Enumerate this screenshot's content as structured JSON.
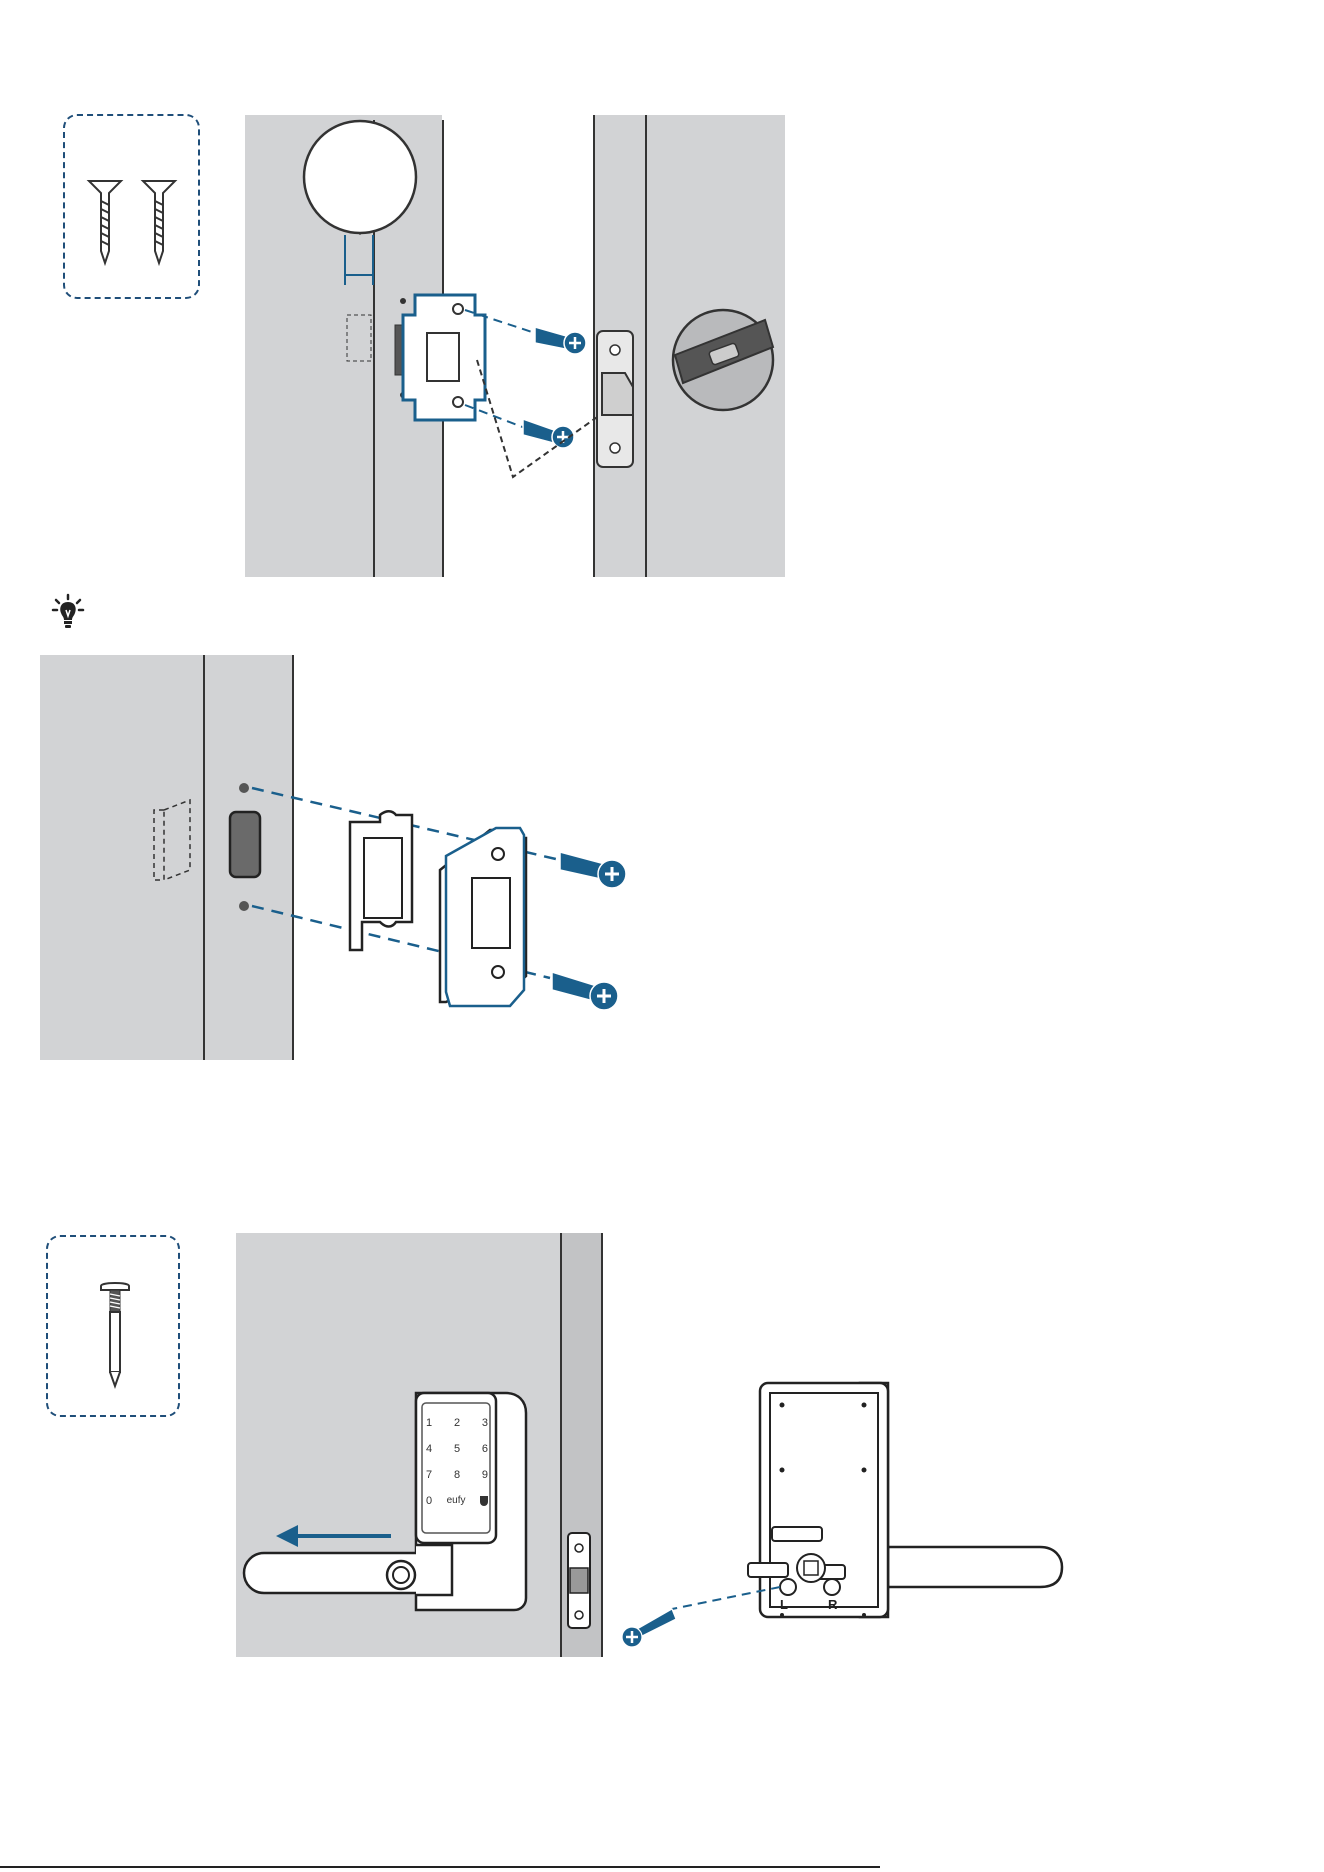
{
  "colors": {
    "door_gray": "#d2d3d5",
    "door_edge": "#c2c3c5",
    "accent_blue": "#1a5f8c",
    "outline": "#333333"
  },
  "icons": {
    "tip": "lightbulb-icon",
    "wood_screw": "wood-screw-icon",
    "machine_screw": "machine-screw-icon"
  },
  "keypad": {
    "keys": [
      "1",
      "2",
      "3",
      "4",
      "5",
      "6",
      "7",
      "8",
      "9",
      "0"
    ],
    "brand": "eufy"
  },
  "lock_back": {
    "left_label": "L",
    "right_label": "R"
  }
}
